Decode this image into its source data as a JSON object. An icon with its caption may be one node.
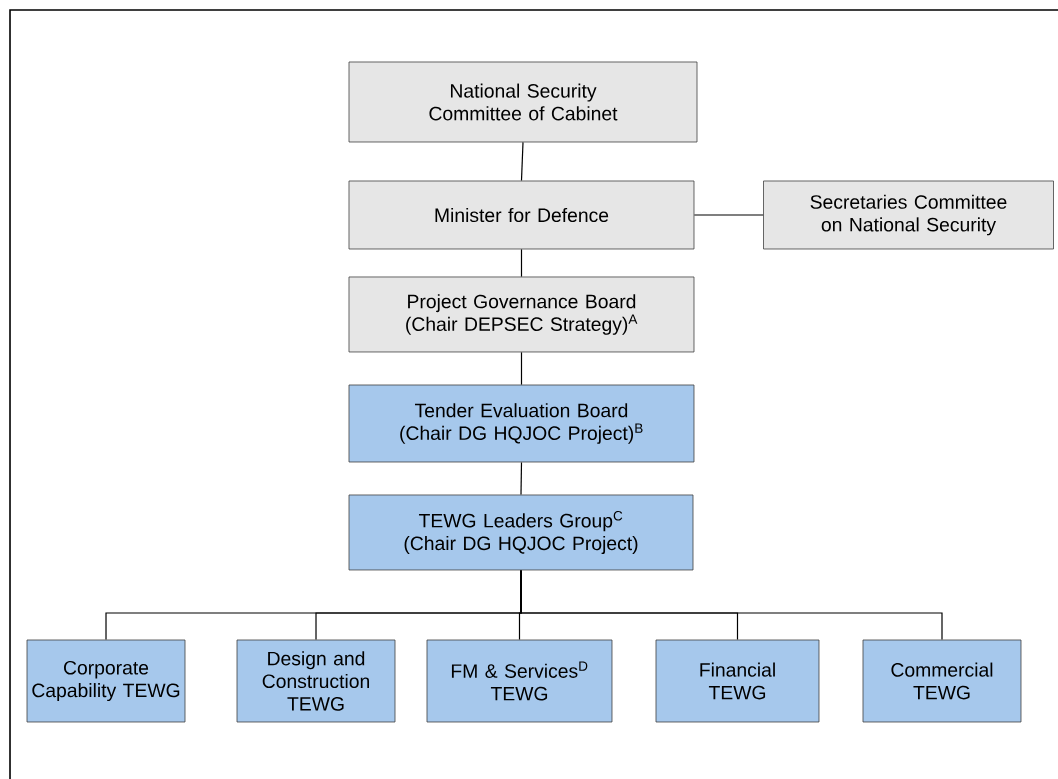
{
  "diagram": {
    "nodes": [
      {
        "text": [
          "National Security Committee of Cabinet"
        ]
      },
      {
        "text": [
          "Minister for Defence"
        ]
      },
      {
        "text": [
          "Secretaries Committee on National Security"
        ]
      },
      {
        "text": [
          "Project Governance Board (Chair DEPSEC Strategy)$^{A}$"
        ]
      },
      {
        "text": [
          "Tender Evaluation Board (Chair DG HQJOC Project)$^{B}$"
        ]
      },
      {
        "text": [
          "TEWG Leaders Group$^{C}$ (Chair DG HQJOC Project)"
        ]
      },
      {
        "text": [
          "Corporate Capability TEWG"
        ]
      },
      {
        "text": [
          "Design and Construction TEWG"
        ]
      },
      {
        "text": [
          "FM & Services$^{D}$ TEWG"
        ]
      },
      {
        "text": [
          "Financial TEWG"
        ]
      },
      {
        "text": [
          "Commercial TEWG"
        ]
      }
    ],
    "edges": [
      {
        "from": 0,
        "to": 1,
        "arrow": "none"
      },
      {
        "from": 1,
        "to": 2,
        "arrow": "none"
      },
      {
        "from": 1,
        "to": 3,
        "arrow": "none"
      },
      {
        "from": 3,
        "to": 4,
        "arrow": "none"
      },
      {
        "from": 4,
        "to": 5,
        "arrow": "none"
      },
      {
        "from": 5,
        "to": 6,
        "arrow": "none"
      },
      {
        "from": 5,
        "to": 7,
        "arrow": "none"
      },
      {
        "from": 5,
        "to": 8,
        "arrow": "none"
      },
      {
        "from": 5,
        "to": 9,
        "arrow": "none"
      },
      {
        "from": 5,
        "to": 10,
        "arrow": "none"
      }
    ]
  }
}
